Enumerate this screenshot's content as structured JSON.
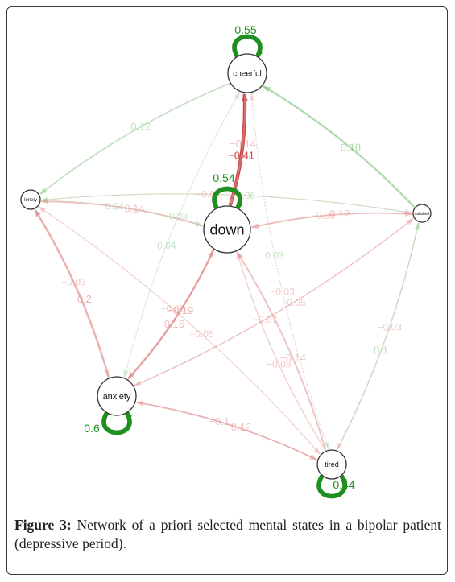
{
  "figure": {
    "caption_label": "Figure 3:",
    "caption_text": "Network of a priori selected mental states in a bipolar patient (depressive period)."
  },
  "colors": {
    "positive_strong": "#1f8f1f",
    "positive_light": "#9ed29e",
    "negative_strong": "#c83c3c",
    "negative_light": "#e8a4a4",
    "node_fill": "#ffffff",
    "node_stroke": "#333333"
  },
  "nodes": [
    {
      "id": "cheerful",
      "label": "cheerful"
    },
    {
      "id": "satisfied",
      "label": "satisfied"
    },
    {
      "id": "lonely",
      "label": "lonely"
    },
    {
      "id": "down",
      "label": "down"
    },
    {
      "id": "anxiety",
      "label": "anxiety"
    },
    {
      "id": "tired",
      "label": "tired"
    }
  ],
  "self_loops": [
    {
      "node": "cheerful",
      "weight": 0.55,
      "label": "0.55"
    },
    {
      "node": "down",
      "weight": 0.54,
      "label": "0.54"
    },
    {
      "node": "anxiety",
      "weight": 0.6,
      "label": "0.6"
    },
    {
      "node": "tired",
      "weight": 0.44,
      "label": "0.44"
    }
  ],
  "edges": [
    {
      "from": "down",
      "to": "cheerful",
      "weight": -0.41,
      "label": "−0.41"
    },
    {
      "from": "cheerful",
      "to": "down",
      "weight": -0.14,
      "label": "−0.14"
    },
    {
      "from": "satisfied",
      "to": "cheerful",
      "weight": 0.18,
      "label": "0.18"
    },
    {
      "from": "cheerful",
      "to": "lonely",
      "weight": 0.12,
      "label": "0.12"
    },
    {
      "from": "down",
      "to": "lonely",
      "weight": -0.14,
      "label": "−0.14"
    },
    {
      "from": "satisfied",
      "to": "down",
      "weight": -0.12,
      "label": "0.12"
    },
    {
      "from": "anxiety",
      "to": "lonely",
      "weight": -0.2,
      "label": "−0.2"
    },
    {
      "from": "anxiety",
      "to": "down",
      "weight": -0.16,
      "label": "−0.16"
    },
    {
      "from": "down",
      "to": "anxiety",
      "weight": -0.19,
      "label": "−0.19"
    },
    {
      "from": "tired",
      "to": "down",
      "weight": -0.14,
      "label": "−0.14"
    },
    {
      "from": "tired",
      "to": "anxiety",
      "weight": -0.12,
      "label": "−0.12"
    },
    {
      "from": "anxiety",
      "to": "tired",
      "weight": -0.1,
      "label": "−0.1"
    },
    {
      "from": "tired",
      "to": "satisfied",
      "weight": 0.1,
      "label": "0.1"
    },
    {
      "from": "satisfied",
      "to": "lonely",
      "weight": 0.06,
      "label": "0.06"
    },
    {
      "from": "lonely",
      "to": "down",
      "weight": 0.04,
      "label": "0.04"
    },
    {
      "from": "anxiety",
      "to": "satisfied",
      "weight": -0.07,
      "label": "−0.07"
    },
    {
      "from": "tired",
      "to": "lonely",
      "weight": -0.05,
      "label": "−0.05"
    },
    {
      "from": "cheerful",
      "to": "anxiety",
      "weight": 0.03,
      "label": "0.03"
    },
    {
      "from": "satisfied",
      "to": "anxiety",
      "weight": -0.05,
      "label": "−0.05"
    },
    {
      "from": "cheerful",
      "to": "tired",
      "weight": 0.03,
      "label": "0.03"
    },
    {
      "from": "satisfied",
      "to": "tired",
      "weight": -0.03,
      "label": "−0.03"
    },
    {
      "from": "tired",
      "to": "cheerful",
      "weight": -0.03,
      "label": "−0.03"
    },
    {
      "from": "lonely",
      "to": "tired",
      "weight": -0.03,
      "label": "−0.03"
    },
    {
      "from": "lonely",
      "to": "satisfied",
      "weight": -0.04,
      "label": "−0.04"
    },
    {
      "from": "down",
      "to": "satisfied",
      "weight": -0.05,
      "label": "−0.05"
    },
    {
      "from": "tired",
      "to": "down",
      "weight": -0.08,
      "label": "−0.08"
    },
    {
      "from": "anxiety",
      "to": "cheerful",
      "weight": 0.04,
      "label": "0.04"
    },
    {
      "from": "lonely",
      "to": "anxiety",
      "weight": -0.03,
      "label": "−0.03"
    }
  ]
}
